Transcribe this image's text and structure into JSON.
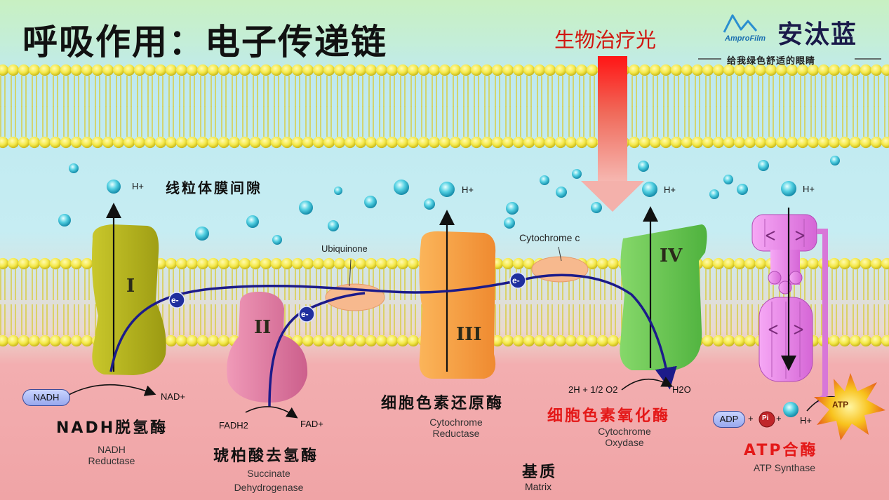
{
  "title": "呼吸作用：电子传递链",
  "therapy_label": "生物治疗光",
  "brand": {
    "name": "安汰蓝",
    "logo_text": "AmproFilm",
    "tagline": "给我绿色舒适的眼睛"
  },
  "regions": {
    "intermembrane_space": "线粒体膜间隙",
    "matrix_cn": "基质",
    "matrix_en": "Matrix"
  },
  "proton_label": "H+",
  "complexes": [
    {
      "numeral": "I",
      "name_cn": "NADH脱氢酶",
      "name_en_1": "NADH",
      "name_en_2": "Reductase",
      "color": "#b9b81c"
    },
    {
      "numeral": "II",
      "name_cn": "琥柏酸去氢酶",
      "name_en_1": "Succinate",
      "name_en_2": "Dehydrogenase",
      "color": "#e07aa4"
    },
    {
      "numeral": "III",
      "name_cn": "细胞色素还原酶",
      "name_en_1": "Cytochrome",
      "name_en_2": "Reductase",
      "color": "#f7a045"
    },
    {
      "numeral": "IV",
      "name_cn": "细胞色素氧化酶",
      "name_en_1": "Cytochrome",
      "name_en_2": "Oxydase",
      "color": "#6cc653"
    },
    {
      "numeral": "",
      "name_cn": "ATP合酶",
      "name_en_1": "ATP Synthase",
      "name_en_2": "",
      "color": "#e58ae8"
    }
  ],
  "carriers": {
    "ubiquinone": "Ubiquinone",
    "cytochrome_c": "Cytochrome c"
  },
  "electron_label": "e-",
  "reactions": {
    "nadh": "NADH",
    "nad_plus": "NAD+",
    "fadh2": "FADH2",
    "fad_plus": "FAD+",
    "oxygen": "2H + 1/2 O2",
    "water": "H2O",
    "adp": "ADP",
    "pi": "Pi",
    "atp": "ATP",
    "h_plus": "H+"
  }
}
